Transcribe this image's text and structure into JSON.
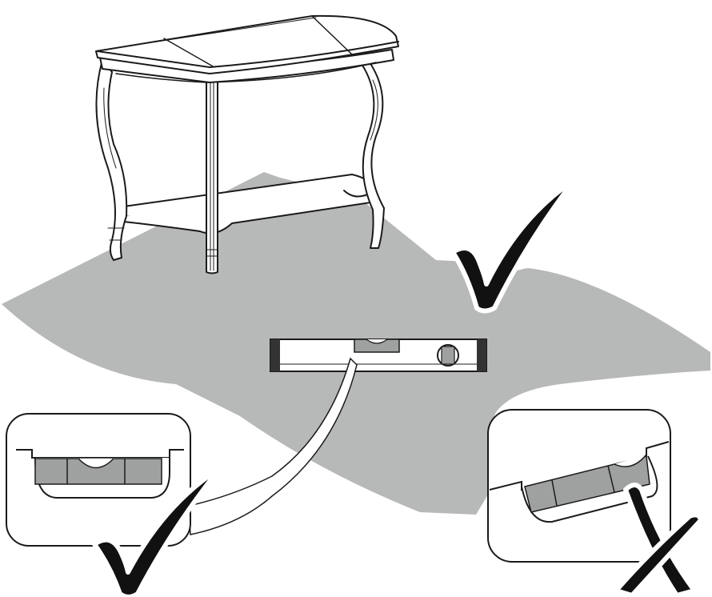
{
  "illustration": {
    "subject": "console-table-leveling-instruction",
    "text": []
  },
  "colors": {
    "floor": "#b7b8b8",
    "line": "#1a1a1a",
    "ink": "#111111",
    "background": "#ffffff",
    "level_body": "#9fa0a0"
  },
  "icons": {
    "ok_main": "check-mark-icon",
    "ok_inset": "check-mark-icon",
    "bad_inset": "cross-mark-icon"
  },
  "states": {
    "main_level": "level",
    "left_inset": "level",
    "right_inset": "tilted"
  }
}
